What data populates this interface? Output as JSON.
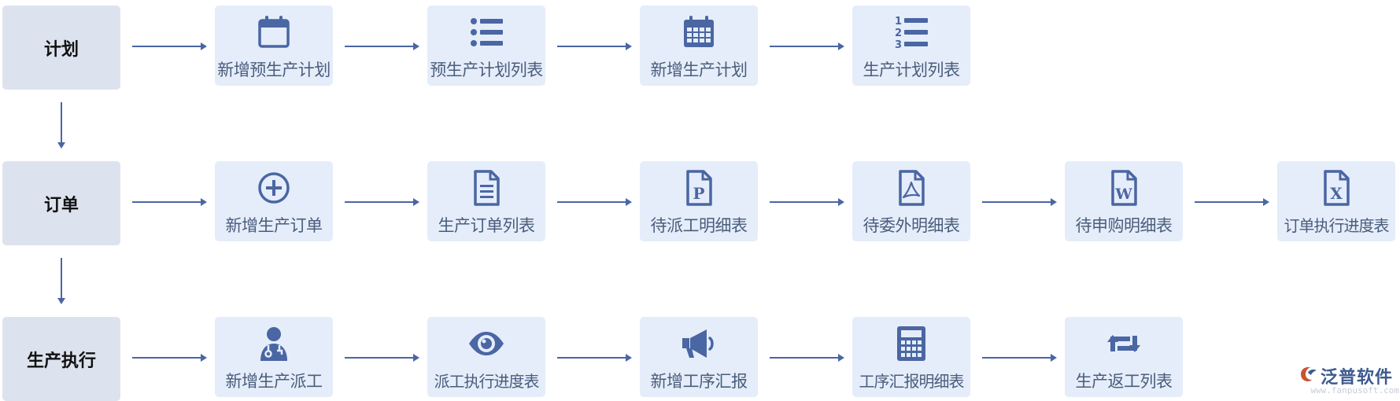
{
  "stages": [
    {
      "label": "计划",
      "nodes": [
        {
          "label": "新增预生产计划",
          "icon": "calendar-icon"
        },
        {
          "label": "预生产计划列表",
          "icon": "bullet-list-icon"
        },
        {
          "label": "新增生产计划",
          "icon": "calendar-grid-icon"
        },
        {
          "label": "生产计划列表",
          "icon": "numbered-list-icon"
        }
      ]
    },
    {
      "label": "订单",
      "nodes": [
        {
          "label": "新增生产订单",
          "icon": "plus-circle-icon"
        },
        {
          "label": "生产订单列表",
          "icon": "document-icon"
        },
        {
          "label": "待派工明细表",
          "icon": "file-p-icon"
        },
        {
          "label": "待委外明细表",
          "icon": "pdf-file-icon"
        },
        {
          "label": "待申购明细表",
          "icon": "word-file-icon"
        },
        {
          "label": "订单执行进度表",
          "icon": "excel-file-icon"
        }
      ]
    },
    {
      "label": "生产执行",
      "nodes": [
        {
          "label": "新增生产派工",
          "icon": "doctor-icon"
        },
        {
          "label": "派工执行进度表",
          "icon": "eye-icon"
        },
        {
          "label": "新增工序汇报",
          "icon": "megaphone-icon"
        },
        {
          "label": "工序汇报明细表",
          "icon": "calculator-icon"
        },
        {
          "label": "生产返工列表",
          "icon": "retweet-icon"
        }
      ]
    }
  ],
  "brand": {
    "name": "泛普软件",
    "url": "www.fanpusoft.com"
  },
  "colors": {
    "icon": "#4a66a3",
    "node_bg": "#e5edfa",
    "stage_bg": "#dde3ee",
    "label": "#4a5d7c",
    "arrow": "#4a66a3"
  }
}
